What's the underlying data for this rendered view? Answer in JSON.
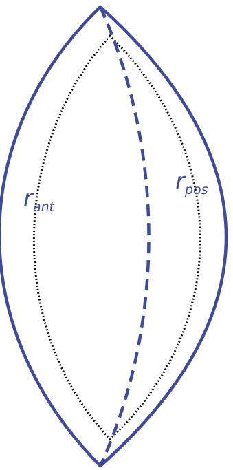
{
  "colors": {
    "outline": "#3f4a9e",
    "inner_dotted": "#111111",
    "background": "#ffffff"
  },
  "labels": {
    "anterior": {
      "main": "r",
      "sub": "ant"
    },
    "posterior": {
      "main": "r",
      "sub": "pos"
    }
  }
}
